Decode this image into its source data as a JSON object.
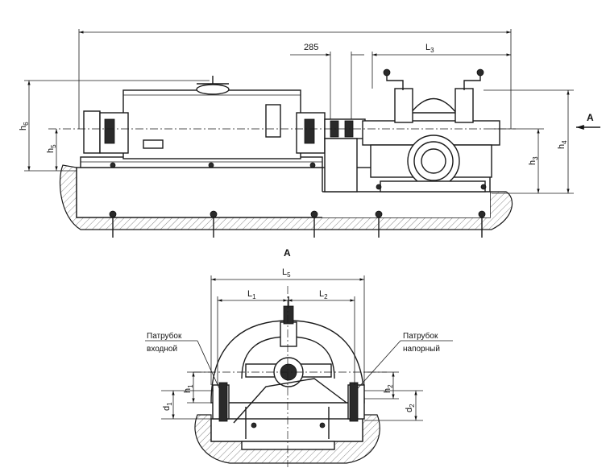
{
  "side_view": {
    "dim_285": "285",
    "L3": {
      "main": "L",
      "sub": "3"
    },
    "h6": {
      "main": "h",
      "sub": "6"
    },
    "h5": {
      "main": "h",
      "sub": "5"
    },
    "h3": {
      "main": "h",
      "sub": "3"
    },
    "h4": {
      "main": "h",
      "sub": "4"
    },
    "view_arrow": "A"
  },
  "end_view": {
    "title": "A",
    "L5": {
      "main": "L",
      "sub": "5"
    },
    "L1": {
      "main": "L",
      "sub": "1"
    },
    "L2": {
      "main": "L",
      "sub": "2"
    },
    "h1": {
      "main": "h",
      "sub": "1"
    },
    "h2": {
      "main": "h",
      "sub": "2"
    },
    "d1": {
      "main": "d",
      "sub": "1"
    },
    "d2": {
      "main": "d",
      "sub": "2"
    },
    "inlet_label": [
      "Патрубок",
      "входной"
    ],
    "outlet_label": [
      "Патрубок",
      "напорный"
    ]
  },
  "colors": {
    "line": "#1a1a1a",
    "hatch": "#555555",
    "background": "#ffffff"
  }
}
